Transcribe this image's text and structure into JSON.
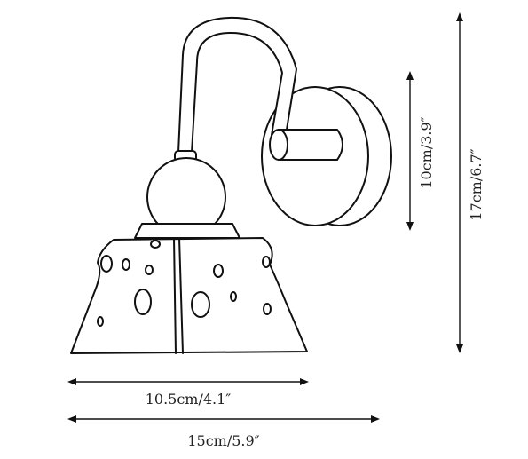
{
  "dimensions": {
    "shade_width": "10.5cm/4.1″",
    "total_width": "15cm/5.9″",
    "backplate_height": "10cm/3.9″",
    "total_height": "17cm/6.7″"
  },
  "colors": {
    "line": "#111111",
    "background": "#ffffff"
  }
}
